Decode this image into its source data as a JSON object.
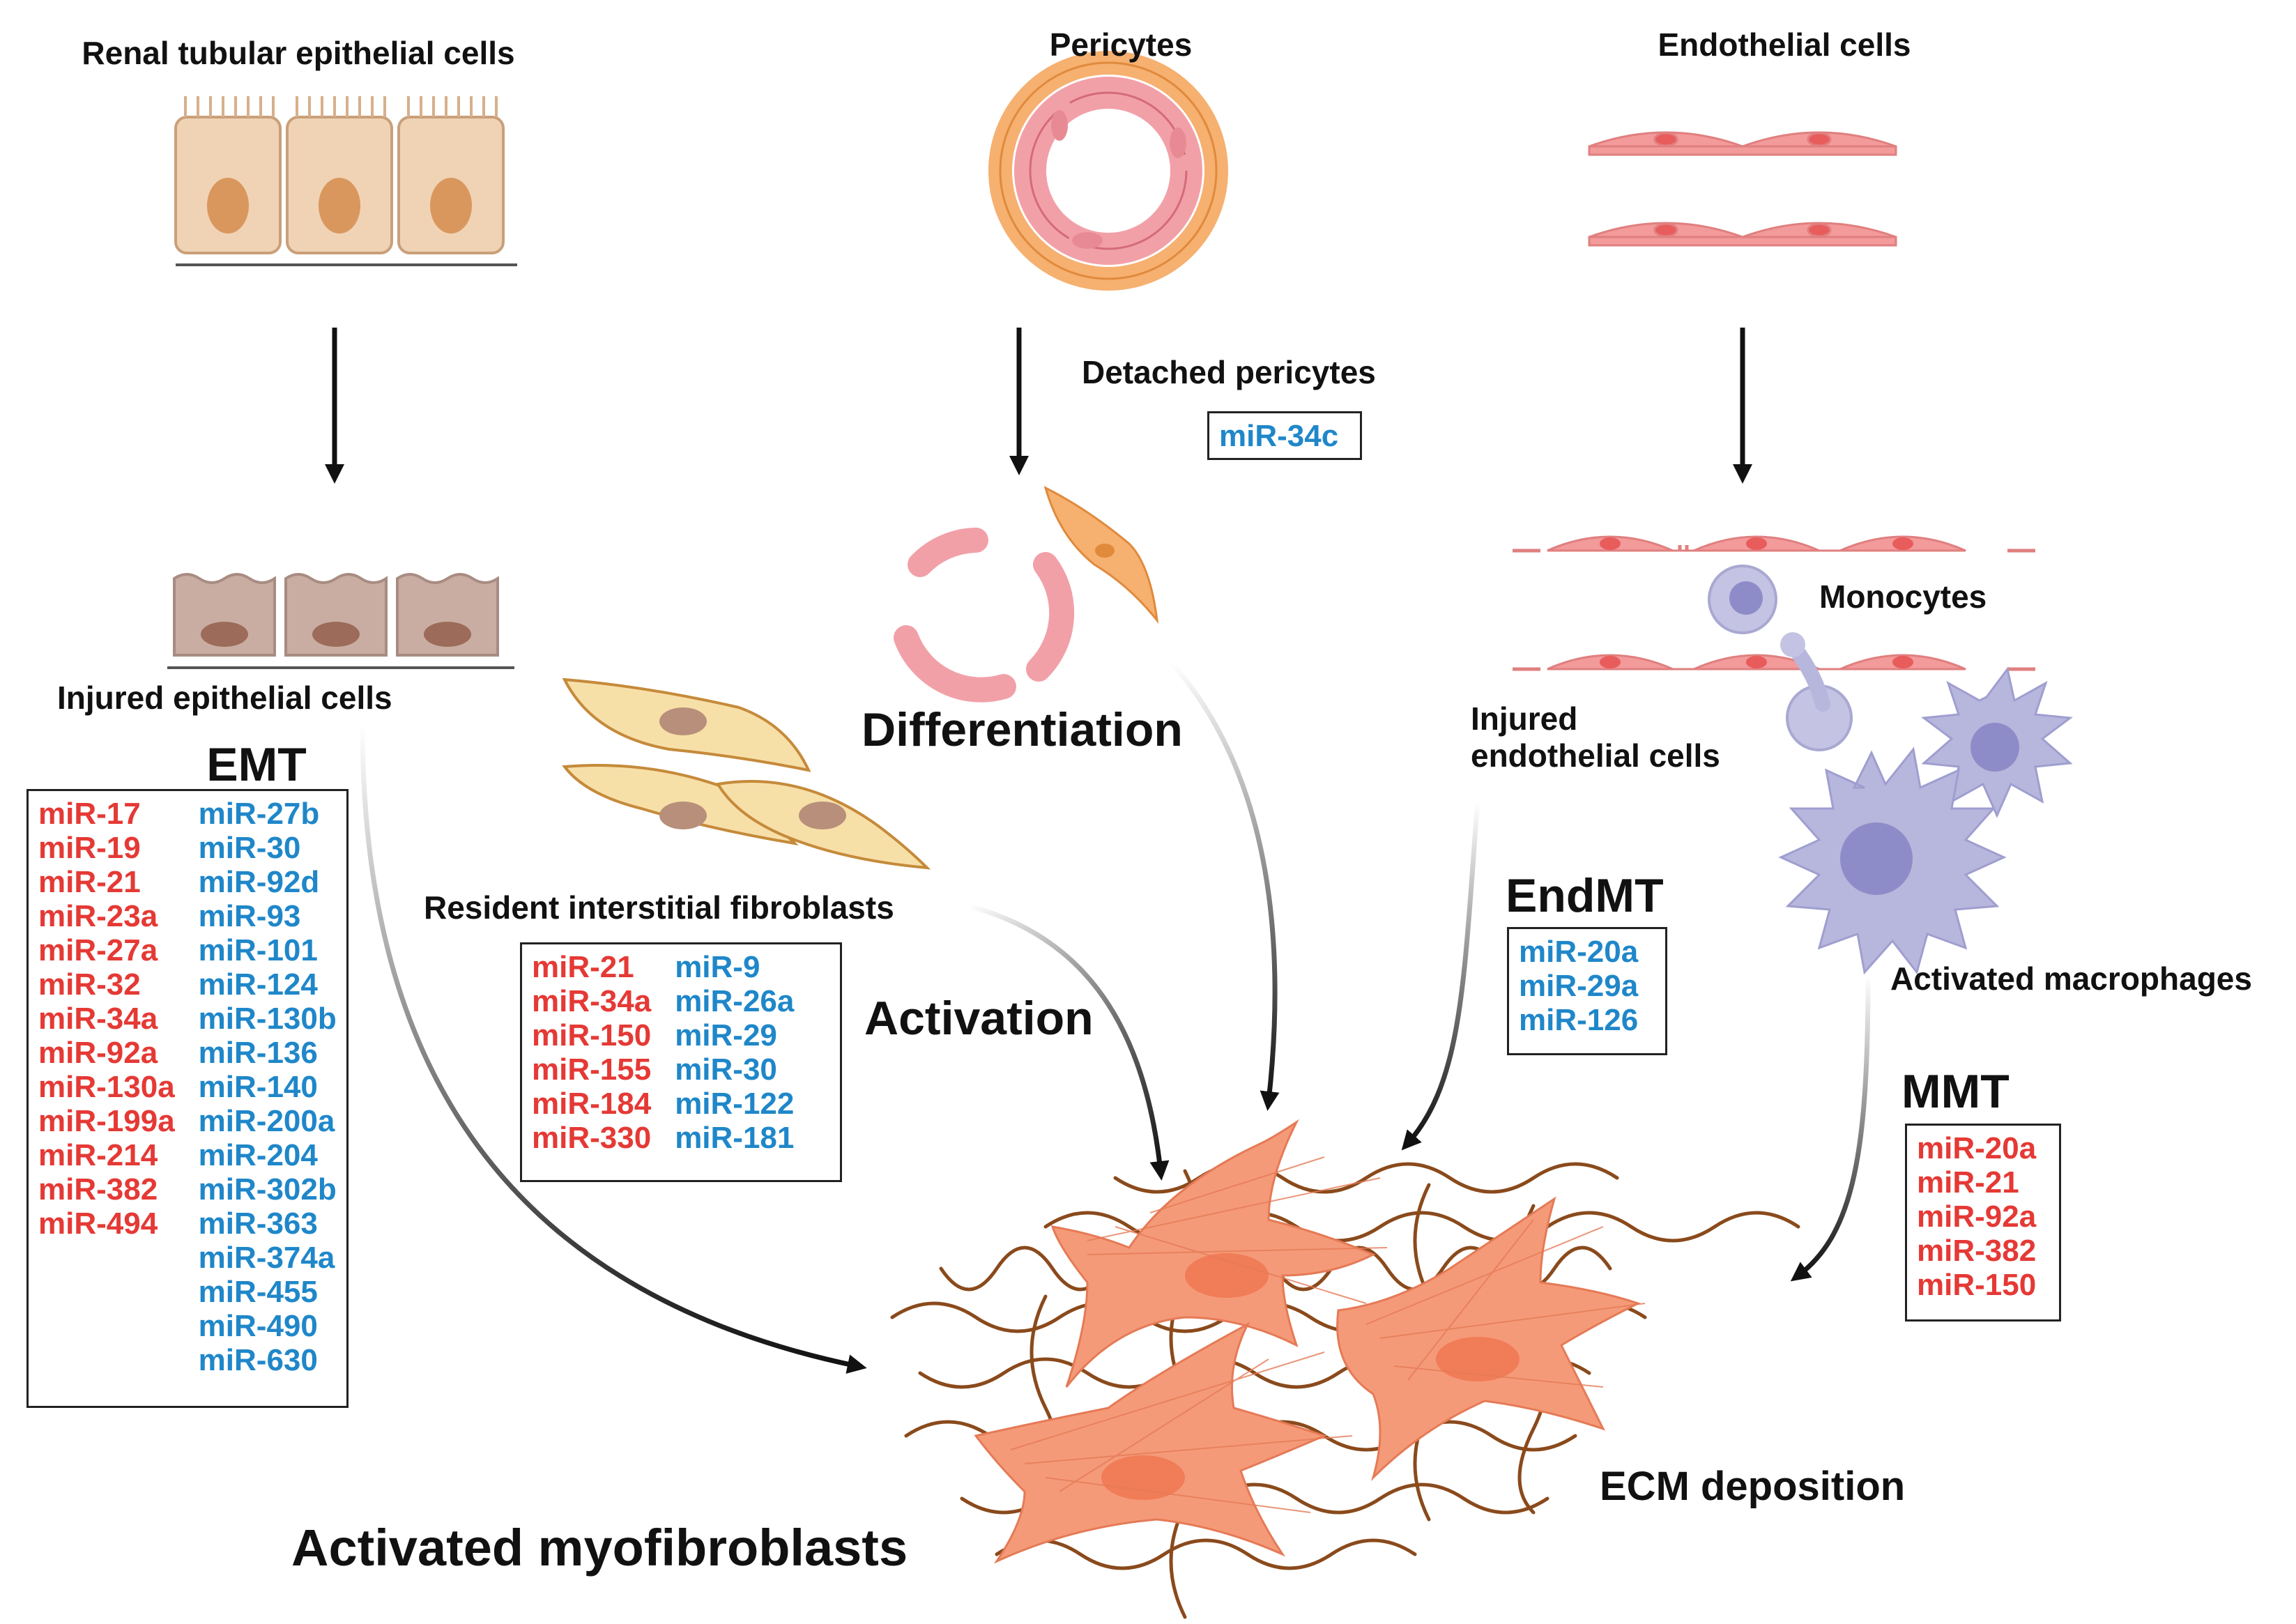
{
  "cells": {
    "renal_tubular": "Renal tubular epithelial cells",
    "pericytes": "Pericytes",
    "endothelial": "Endothelial cells",
    "injured_epithelial": "Injured epithelial cells",
    "detached_pericytes": "Detached pericytes",
    "monocytes": "Monocytes",
    "injured_endothelial_line1": "Injured",
    "injured_endothelial_line2": "endothelial cells",
    "resident_fibroblasts": "Resident interstitial fibroblasts",
    "activated_macrophages": "Activated macrophages",
    "activated_myofibroblasts": "Activated myofibroblasts"
  },
  "processes": {
    "emt": "EMT",
    "differentiation": "Differentiation",
    "activation": "Activation",
    "endmt": "EndMT",
    "mmt": "MMT",
    "ecm": "ECM deposition"
  },
  "mirna": {
    "pericyte": {
      "down": [
        "miR-34c"
      ]
    },
    "emt": {
      "up": [
        "miR-17",
        "miR-19",
        "miR-21",
        "miR-23a",
        "miR-27a",
        "miR-32",
        "miR-34a",
        "miR-92a",
        "miR-130a",
        "miR-199a",
        "miR-214",
        "miR-382",
        "miR-494"
      ],
      "down": [
        "miR-27b",
        "miR-30",
        "miR-92d",
        "miR-93",
        "miR-101",
        "miR-124",
        "miR-130b",
        "miR-136",
        "miR-140",
        "miR-200a",
        "miR-204",
        "miR-302b",
        "miR-363",
        "miR-374a",
        "miR-455",
        "miR-490",
        "miR-630"
      ]
    },
    "fibroblast": {
      "up": [
        "miR-21",
        "miR-34a",
        "miR-150",
        "miR-155",
        "miR-184",
        "miR-330"
      ],
      "down": [
        "miR-9",
        "miR-26a",
        "miR-29",
        "miR-30",
        "miR-122",
        "miR-181"
      ]
    },
    "endmt": {
      "down": [
        "miR-20a",
        "miR-29a",
        "miR-126"
      ]
    },
    "mmt": {
      "up": [
        "miR-20a",
        "miR-21",
        "miR-92a",
        "miR-382",
        "miR-150"
      ]
    }
  },
  "colors": {
    "upregulated": "#e53935",
    "downregulated": "#1f87c9",
    "myofibroblast": "#f59a78",
    "ecm_fiber": "#8a4a1c",
    "macrophage": "#b7b6dc",
    "epithelial": "#f0d3b4",
    "endothelial": "#f39a9a",
    "pericyte": "#f6b070"
  }
}
